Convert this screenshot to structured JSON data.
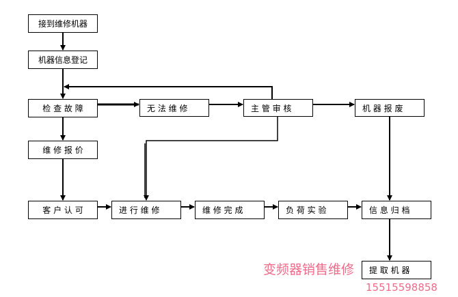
{
  "nodes": {
    "receive": "接到维修机器",
    "register": "机器信息登记",
    "inspect": "检 查 故 障",
    "unrepairable": "无 法 维 修",
    "supervisor": "主 管 审 核",
    "scrap": "机 器 报 废",
    "quote": "维 修 报 价",
    "customer": "客 户 认 可",
    "repair": "进 行 维 修",
    "done": "维 修 完 成",
    "loadtest": "负 荷 实 验",
    "archive": "信 息 归 档",
    "pickup": "提 取 机 器"
  },
  "watermark": {
    "text": "变频器销售维修",
    "phone": "15515598858",
    "color": "#f06a8a"
  }
}
